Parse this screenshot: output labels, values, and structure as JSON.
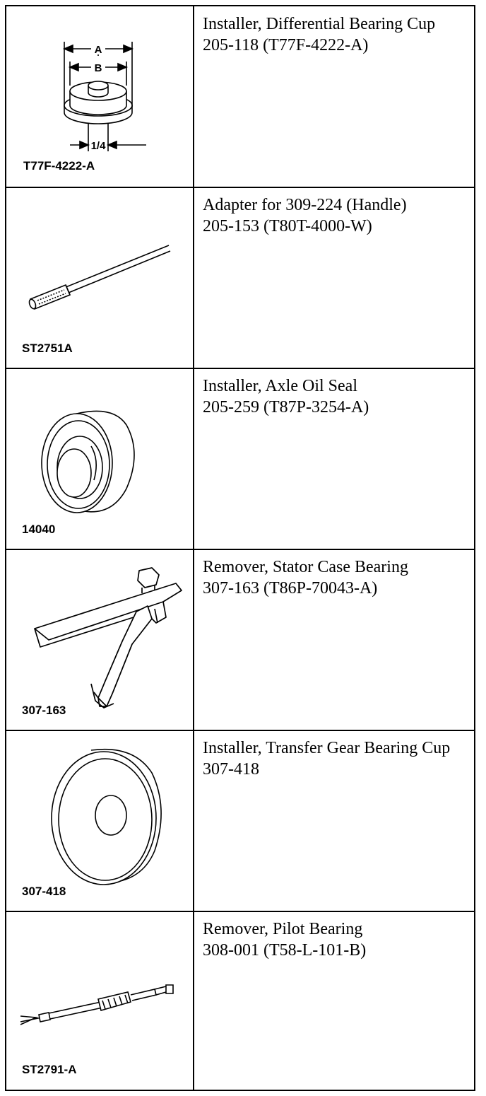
{
  "rows": [
    {
      "code": "T77F-4222-A",
      "lines": [
        "Installer, Differential Bearing Cup",
        "205-118 (T77F-4222-A)"
      ],
      "dim_a": "A",
      "dim_b": "B",
      "dim_c": "1/4"
    },
    {
      "code": "ST2751A",
      "lines": [
        "Adapter for 309-224 (Handle)",
        "205-153 (T80T-4000-W)"
      ]
    },
    {
      "code": "14040",
      "lines": [
        "Installer, Axle Oil Seal",
        "205-259 (T87P-3254-A)"
      ]
    },
    {
      "code": "307-163",
      "lines": [
        "Remover, Stator Case Bearing",
        "307-163 (T86P-70043-A)"
      ]
    },
    {
      "code": "307-418",
      "lines": [
        "Installer, Transfer Gear Bearing Cup",
        "307-418"
      ]
    },
    {
      "code": "ST2791-A",
      "lines": [
        "Remover, Pilot Bearing",
        "308-001 (T58-L-101-B)"
      ]
    }
  ]
}
